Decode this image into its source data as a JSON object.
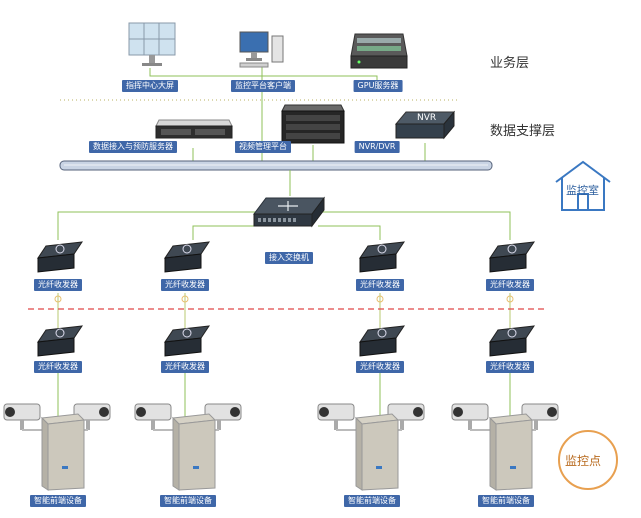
{
  "layers": {
    "business": "业务层",
    "data_support": "数据支撑层"
  },
  "badges": {
    "monitor_room": "监控室",
    "monitor_point": "监控点",
    "nvr_device_text": "NVR"
  },
  "devices": {
    "command_center_screen": "指挥中心大屏",
    "platform_client": "监控平台客户端",
    "gpu_server": "GPU服务器",
    "data_access_server": "数据接入与预防服务器",
    "video_platform": "视频管理平台",
    "nvr_dvr": "NVR/DVR",
    "access_switch": "接入交换机"
  },
  "optical_transceivers_top": [
    "光纤收发器",
    "光纤收发器",
    "光纤收发器",
    "光纤收发器"
  ],
  "optical_transceivers_bottom": [
    "光纤收发器",
    "光纤收发器",
    "光纤收发器",
    "光纤收发器"
  ],
  "front_end_devices": [
    "智能前端设备",
    "智能前端设备",
    "智能前端设备",
    "智能前端设备"
  ],
  "colors": {
    "label_bg": "#3f67a8",
    "network_line": "#8fc15a",
    "boundary_line": "#e04848",
    "house_outline": "#3a78c2",
    "circle_outline": "#e8a050",
    "bus_fill": "#c9d4e4"
  }
}
